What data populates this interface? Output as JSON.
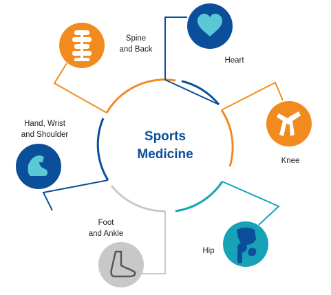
{
  "center": {
    "line1": "Sports",
    "line2": "Medicine"
  },
  "items": [
    {
      "key": "spine",
      "line1": "Spine",
      "line2": "and Back",
      "icon": "spine-icon",
      "color": "#f28b1e"
    },
    {
      "key": "heart",
      "line1": "Heart",
      "line2": "",
      "icon": "heart-icon",
      "color": "#0b4f9a"
    },
    {
      "key": "knee",
      "line1": "Knee",
      "line2": "",
      "icon": "knee-icon",
      "color": "#f28b1e"
    },
    {
      "key": "hip",
      "line1": "Hip",
      "line2": "",
      "icon": "hip-icon",
      "color": "#17a2b8"
    },
    {
      "key": "foot",
      "line1": "Foot",
      "line2": "and Ankle",
      "icon": "foot-icon",
      "color": "#c8c8c8"
    },
    {
      "key": "shoulder",
      "line1": "Hand, Wrist",
      "line2": "and Shoulder",
      "icon": "arm-icon",
      "color": "#0b4f9a"
    }
  ],
  "colors": {
    "title": "#0b4f9a",
    "orange": "#f28b1e",
    "blue": "#0b4f9a",
    "teal": "#17a2b8",
    "gray": "#c8c8c8"
  }
}
